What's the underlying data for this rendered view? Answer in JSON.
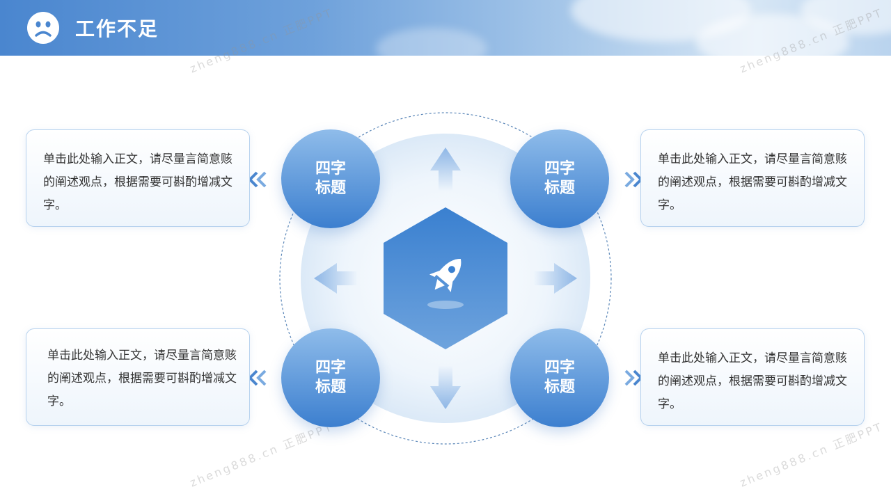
{
  "header": {
    "title": "工作不足",
    "icon": "sad-face-icon"
  },
  "watermark": "zheng888.cn 正肥PPT",
  "center_icon": "rocket-icon",
  "items": [
    {
      "title": "四字标题",
      "text": "单击此处输入正文，请尽量言简意赅的阐述观点，根据需要可斟酌增减文字。"
    },
    {
      "title": "四字标题",
      "text": "单击此处输入正文，请尽量言简意赅的阐述观点，根据需要可斟酌增减文字。"
    },
    {
      "title": "四字标题",
      "text": "单击此处输入正文，请尽量言简意赅的阐述观点，根据需要可斟酌增减文字。"
    },
    {
      "title": "四字标题",
      "text": "单击此处输入正文，请尽量言简意赅的阐述观点，根据需要可斟酌增减文字。"
    }
  ],
  "colors": {
    "primary": "#3c7fcf",
    "light": "#e6f0fa",
    "header": "#4a86cf"
  }
}
